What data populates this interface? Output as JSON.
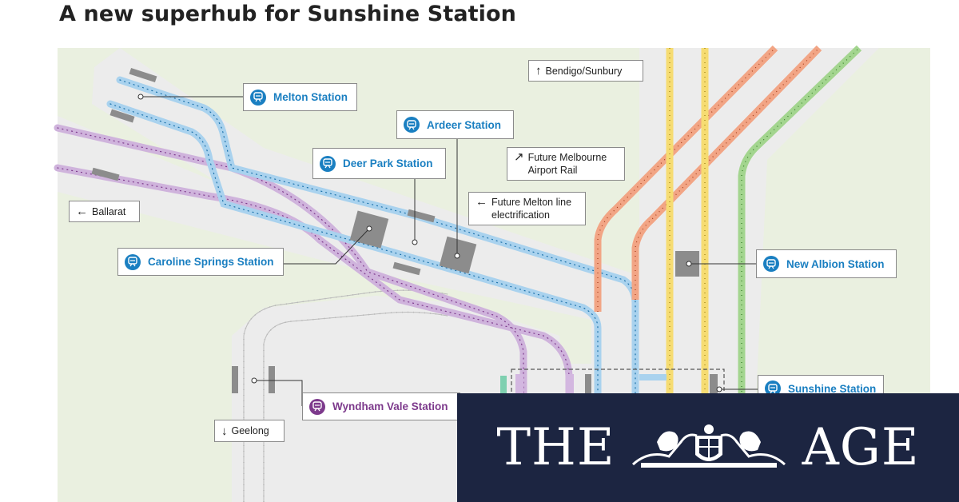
{
  "title": "A new superhub for Sunshine Station",
  "map": {
    "colors": {
      "background": "#eaf0e0",
      "corridor": "#ececec",
      "blue_line": "#8ec3e4",
      "purple_line": "#c6a6d4",
      "orange_line": "#ec8a63",
      "yellow_line": "#f4d75e",
      "green_line": "#8fcc7a",
      "grey_track": "#cfcfcf",
      "station_blue": "#1a7fc1",
      "station_purple": "#7d3a8c"
    },
    "stations": [
      {
        "name": "Melton Station",
        "icon": "train-icon",
        "line": "blue"
      },
      {
        "name": "Ardeer Station",
        "icon": "train-icon",
        "line": "blue"
      },
      {
        "name": "Deer Park Station",
        "icon": "train-icon",
        "line": "blue"
      },
      {
        "name": "Caroline Springs Station",
        "icon": "train-icon",
        "line": "blue"
      },
      {
        "name": "New Albion Station",
        "icon": "train-icon",
        "line": "blue"
      },
      {
        "name": "Sunshine Station",
        "icon": "train-icon",
        "line": "blue"
      },
      {
        "name": "Wyndham Vale Station",
        "icon": "train-icon",
        "line": "purple"
      }
    ],
    "directions": [
      {
        "arrow": "↑",
        "text": "Bendigo/Sunbury"
      },
      {
        "arrow": "↗",
        "text_lines": [
          "Future Melbourne",
          "Airport Rail"
        ]
      },
      {
        "arrow": "←",
        "text_lines": [
          "Future Melton line",
          "electrification"
        ]
      },
      {
        "arrow": "←",
        "text": "Ballarat"
      },
      {
        "arrow": "↓",
        "text": "Geelong"
      }
    ]
  },
  "brand": {
    "word_left": "THE",
    "word_right": "AGE",
    "crest_icon": "coat-of-arms-icon"
  }
}
